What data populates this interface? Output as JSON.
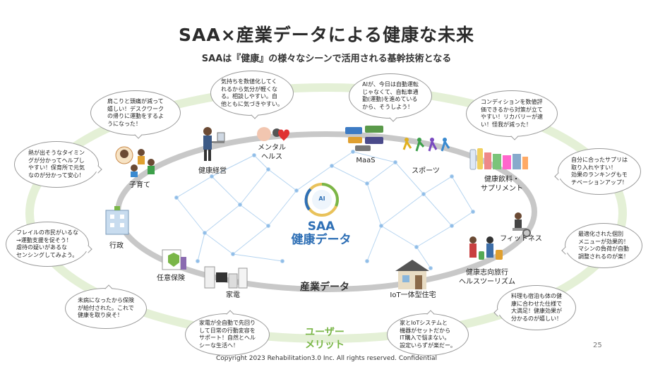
{
  "title": "SAA×産業データによる健康な未来",
  "subtitle": "SAAは『健康』の様々なシーンで活用される基幹技術となる",
  "center": {
    "line1": "SAA",
    "line2": "健康データ",
    "badge": "AI"
  },
  "industry_label": "産業データ",
  "user_merit": "ユーザー\nメリット",
  "page_number": "25",
  "copyright": "Copyright 2023 Rehabilitation3.0 Inc. All rights reserved. Confidential",
  "nodes": {
    "health_management": "健康経営",
    "mental_health": "メンタル\nヘルス",
    "maas": "MaaS",
    "sports": "スポーツ",
    "health_food": "健康飲料・\nサプリメント",
    "fitness": "フィットネス",
    "health_travel": "健康志向旅行\nヘルスツーリズム",
    "iot_house": "IoT一体型住宅",
    "appliances": "家電",
    "insurance": "任意保険",
    "government": "行政",
    "childcare": "子育て"
  },
  "bubbles": {
    "stiff_shoulder": "肩こりと頭痛が減って\n嬉しい！デスクワーク\nの帰りに運動をするよ\nうになった！",
    "mood": "気持ちを数値化してく\nれるから気分が軽くな\nる。相談しやすい。自\n他ともに気づきやすい。",
    "ai_driving": "AIが、今日は自動運転\nじゃなくて、自転車通\n勤(運動)を進めている\nから、そうしよう！",
    "condition": "コンディションを数値評\n価できるから対策が立て\nやすい！リカバリーが速\nい！怪我が減った！",
    "fever": "熱が出そうなタイミン\nグが分かってヘルプし\nやすい！保育所で元気\nなのが分かって安心！",
    "supplement": "自分に合ったサプリは\n取り入れやすい！\n効果のランキングもモ\nチベーションアップ！",
    "frail": "フレイルの市民がいるな\n→運動支援を促そう！\n虐待の疑いがあるな\nセンシングしてみよう。",
    "optimized_menu": "最適化された個別\nメニューが効果的！\nマシンの負荷が自動\n調整されるのが楽！",
    "insurance_pay": "未病になったから保険\nが給付された。これで\n健康を取り戻そ！",
    "meal": "料理も宿泊も体の健\n康に合わせた仕様で\n大満足！健康効果が\n分かるのが嬉しい！",
    "appliance_support": "家電が全自動で先回り\nして日常の行動変容を\nサポート！自然とヘル\nシーな生活へ！",
    "iot_system": "家とIoTシステムと\n機器がセットだから\nIT購入で悩まない。\n設定いらずが楽だー。"
  },
  "colors": {
    "accent_blue": "#2e6fb5",
    "merit_green": "#7ab648",
    "outer_ring": "#e4f0d6",
    "inner_ring": "#cfcfcf",
    "network": "#b5d4f0"
  }
}
